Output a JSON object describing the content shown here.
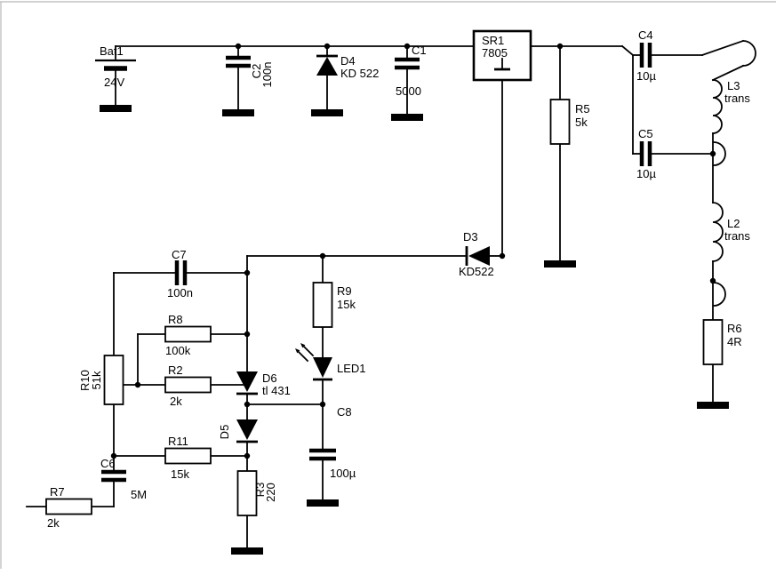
{
  "diagram": {
    "background": "#ffffff",
    "wire_color": "#000000",
    "components": {
      "bat1": {
        "ref": "Bat1",
        "value": "24V"
      },
      "c1": {
        "ref": "C1",
        "value": "5000"
      },
      "c2": {
        "ref": "C2",
        "value": "100n"
      },
      "c4": {
        "ref": "C4",
        "value": "10µ"
      },
      "c5": {
        "ref": "C5",
        "value": "10µ"
      },
      "c6": {
        "ref": "C6",
        "value": "5M"
      },
      "c7": {
        "ref": "C7",
        "value": "100n"
      },
      "c8": {
        "ref": "C8",
        "value": "100µ"
      },
      "d3": {
        "ref": "D3",
        "value": "KD522"
      },
      "d4": {
        "ref": "D4",
        "value": "KD 522"
      },
      "d5": {
        "ref": "D5"
      },
      "d6": {
        "ref": "D6",
        "value": "tl 431"
      },
      "led1": {
        "ref": "LED1"
      },
      "l2": {
        "ref": "L2",
        "value": "trans"
      },
      "l3": {
        "ref": "L3",
        "value": "trans"
      },
      "r2": {
        "ref": "R2",
        "value": "2k"
      },
      "r3": {
        "ref": "R3",
        "value": "220"
      },
      "r5": {
        "ref": "R5",
        "value": "5k"
      },
      "r6": {
        "ref": "R6",
        "value": "4R"
      },
      "r7": {
        "ref": "R7",
        "value": "2k"
      },
      "r8": {
        "ref": "R8",
        "value": "100k"
      },
      "r9": {
        "ref": "R9",
        "value": "15k"
      },
      "r10": {
        "ref": "R10",
        "value": "51k"
      },
      "r11": {
        "ref": "R11",
        "value": "15k"
      },
      "sr1": {
        "ref": "SR1",
        "value": "7805"
      }
    }
  }
}
